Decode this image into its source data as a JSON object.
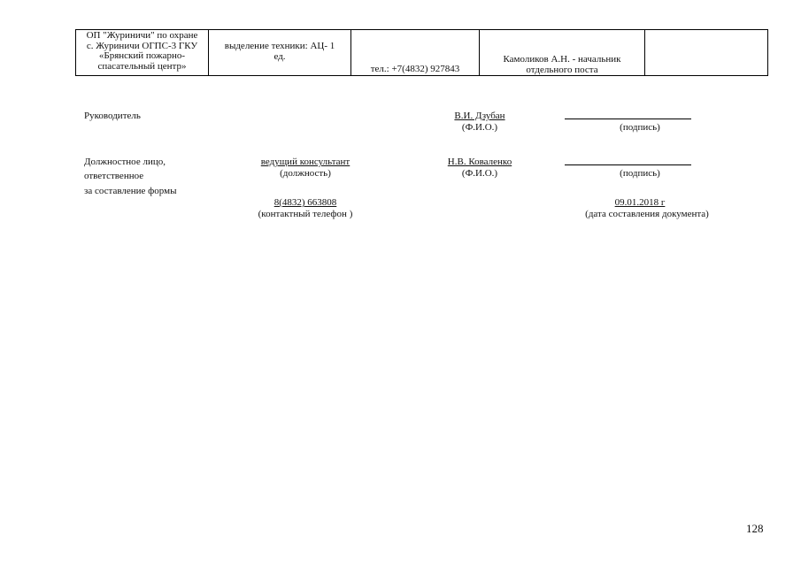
{
  "table_row": {
    "col1": [
      "ОП \"Журиничи\" по охране",
      "с. Журиничи ОГПС-3 ГКУ",
      "«Брянский пожарно-",
      "спасательный центр»"
    ],
    "col2": [
      "выделение техники: АЦ- 1",
      "ед."
    ],
    "col3": "тел.: +7(4832) 927843",
    "col4": [
      "Камоликов А.Н. - начальник",
      "отдельного поста"
    ],
    "col5": ""
  },
  "head": {
    "role": "Руководитель",
    "name": "В.И. Дзубан",
    "name_caption": "(Ф.И.О.)",
    "sign_caption": "(подпись)"
  },
  "responsible": {
    "label_lines": [
      "Должностное лицо,",
      "ответственное",
      "за составление  формы"
    ],
    "position": "ведущий консультант",
    "position_caption": "(должность)",
    "name": "Н.В. Коваленко",
    "name_caption": "(Ф.И.О.)",
    "sign_caption": "(подпись)",
    "phone": "8(4832) 663808",
    "phone_caption": "(контактный телефон )",
    "date": "09.01.2018 г",
    "date_caption": "(дата составления документа)"
  },
  "page_number": "128"
}
